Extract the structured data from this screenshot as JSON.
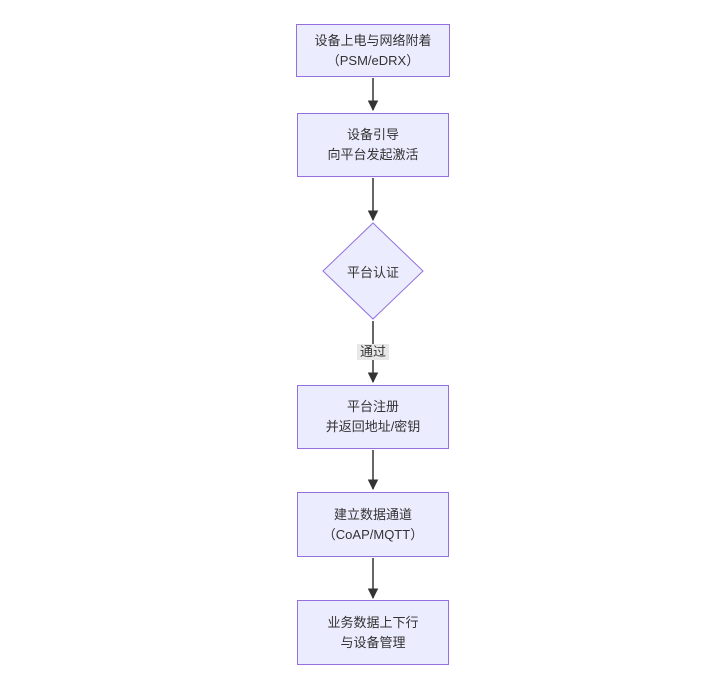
{
  "diagram": {
    "type": "flowchart",
    "direction": "top-down",
    "nodes": [
      {
        "id": "power-attach",
        "shape": "rect",
        "lines": [
          "设备上电与网络附着",
          "（PSM/eDRX）"
        ]
      },
      {
        "id": "bootstrap",
        "shape": "rect",
        "lines": [
          "设备引导",
          "向平台发起激活"
        ]
      },
      {
        "id": "platform-auth",
        "shape": "diamond",
        "label": "平台认证"
      },
      {
        "id": "register",
        "shape": "rect",
        "lines": [
          "平台注册",
          "并返回地址/密钥"
        ]
      },
      {
        "id": "data-channel",
        "shape": "rect",
        "lines": [
          "建立数据通道",
          "（CoAP/MQTT）"
        ]
      },
      {
        "id": "business",
        "shape": "rect",
        "lines": [
          "业务数据上下行",
          "与设备管理"
        ]
      }
    ],
    "edges": [
      {
        "from": "power-attach",
        "to": "bootstrap",
        "label": ""
      },
      {
        "from": "bootstrap",
        "to": "platform-auth",
        "label": ""
      },
      {
        "from": "platform-auth",
        "to": "register",
        "label": "通过"
      },
      {
        "from": "register",
        "to": "data-channel",
        "label": ""
      },
      {
        "from": "data-channel",
        "to": "business",
        "label": ""
      }
    ],
    "edge_label": "通过",
    "colors": {
      "node_fill": "#ECECFF",
      "node_border": "#9370DB",
      "text": "#333333",
      "arrow": "#333333",
      "edge_label_bg": "#e8e8e8",
      "background": "#ffffff"
    }
  }
}
